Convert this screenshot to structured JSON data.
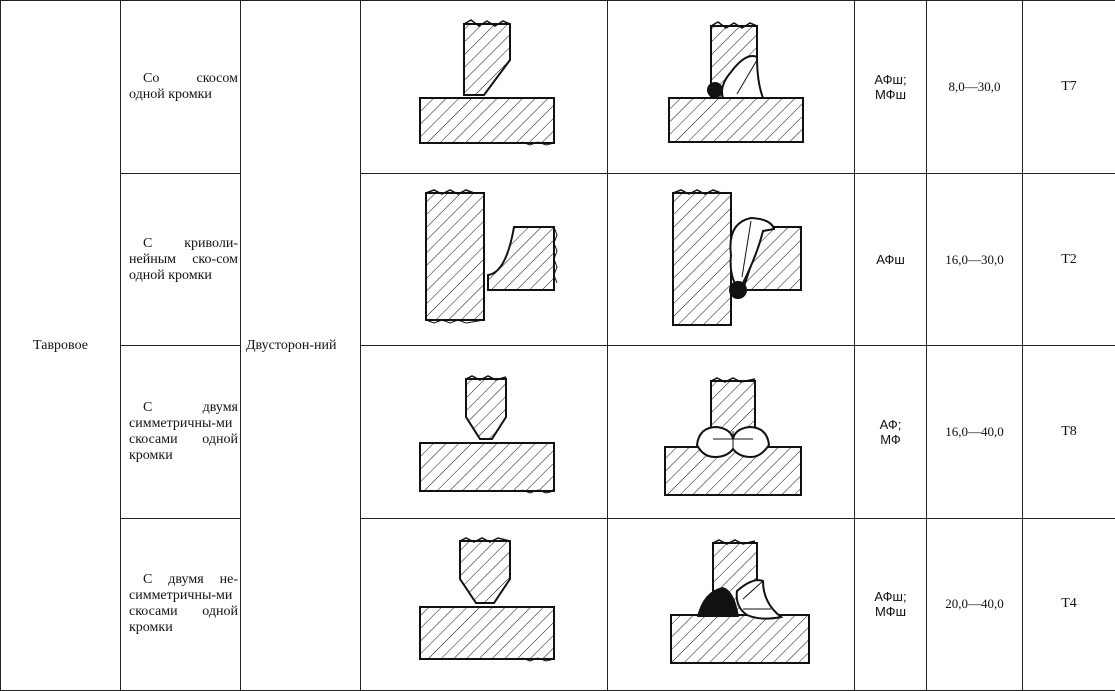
{
  "joint_type": "Тавровое",
  "side": "Двусторон-ний",
  "rows": [
    {
      "bevel": "Со скосом одной кромки",
      "method_line1": "АФш;",
      "method_line2": "МФш",
      "range": "8,0—30,0",
      "code": "Т7"
    },
    {
      "bevel": "С криволи-нейным ско-сом одной кромки",
      "method_line1": "АФш",
      "method_line2": "",
      "range": "16,0—30,0",
      "code": "Т2"
    },
    {
      "bevel": "С двумя симметричны-ми скосами одной кромки",
      "method_line1": "АФ;",
      "method_line2": "МФ",
      "range": "16,0—40,0",
      "code": "Т8"
    },
    {
      "bevel": "С двумя не-симметричны-ми скосами одной кромки",
      "method_line1": "АФш;",
      "method_line2": "МФш",
      "range": "20,0—40,0",
      "code": "Т4"
    }
  ]
}
